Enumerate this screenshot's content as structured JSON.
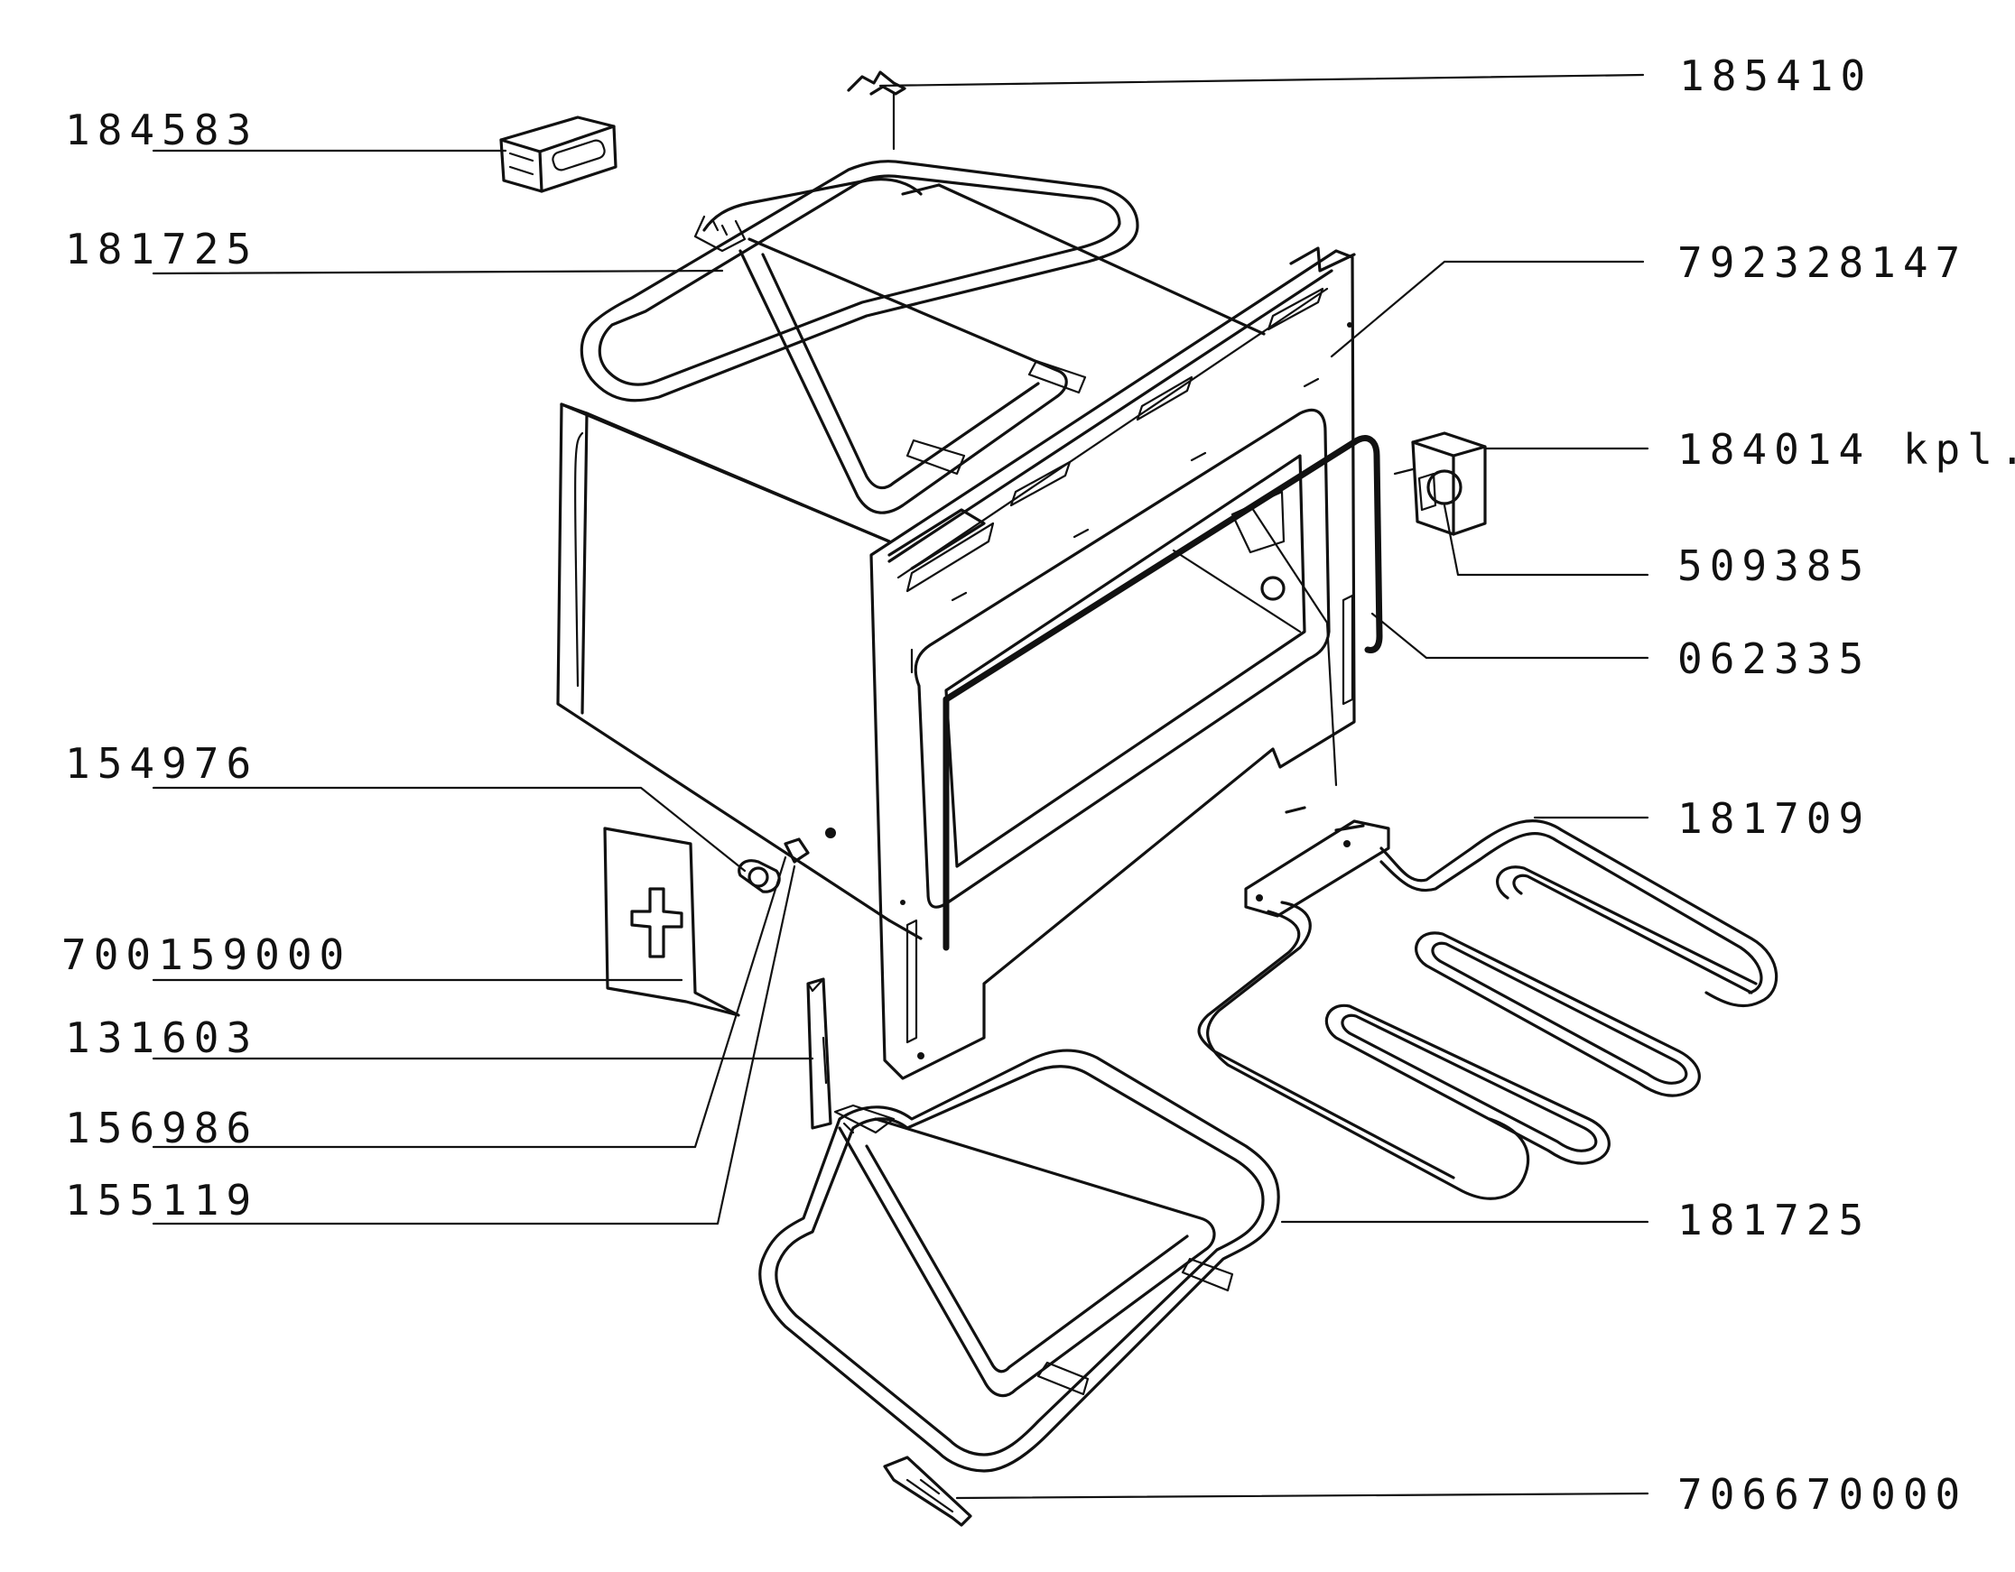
{
  "part_labels": [
    {
      "id": "p185410",
      "text": "185410"
    },
    {
      "id": "p184583",
      "text": "184583"
    },
    {
      "id": "p181725_top",
      "text": "181725"
    },
    {
      "id": "p792328147",
      "text": "792328147"
    },
    {
      "id": "p184014",
      "text": "184014 kpl."
    },
    {
      "id": "p509385",
      "text": "509385"
    },
    {
      "id": "p062335",
      "text": "062335"
    },
    {
      "id": "p154976",
      "text": "154976"
    },
    {
      "id": "p181709",
      "text": "181709"
    },
    {
      "id": "p700159000",
      "text": "700159000"
    },
    {
      "id": "p131603",
      "text": "131603"
    },
    {
      "id": "p156986",
      "text": "156986"
    },
    {
      "id": "p155119",
      "text": "155119"
    },
    {
      "id": "p181725_bottom",
      "text": "181725"
    },
    {
      "id": "p706670000",
      "text": "706670000"
    }
  ]
}
